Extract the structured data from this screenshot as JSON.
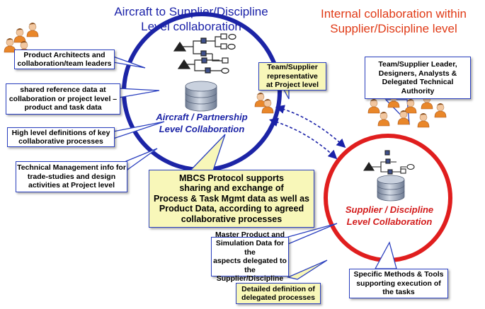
{
  "titles": {
    "left": "Aircraft to Supplier/Discipline\nLevel collaboration",
    "right": "Internal collaboration within\nSupplier/Discipline level"
  },
  "circles": {
    "aircraft_label": "Aircraft / Partnership\nLevel Collaboration",
    "supplier_label": "Supplier / Discipline\nLevel Collaboration"
  },
  "callouts": {
    "product_architects": "Product Architects and\ncollaboration/team leaders",
    "shared_reference": "shared reference data at\ncollaboration or project level –\nproduct and task data",
    "high_level": "High level definitions of key\ncollaborative processes",
    "technical_management": "Technical Management info for\ntrade-studies and design\nactivities at Project level",
    "team_supplier_rep": "Team/Supplier\nrepresentative\nat Project level",
    "team_supplier_leader": "Team/Supplier Leader,\nDesigners, Analysts &\nDelegated Technical\nAuthority",
    "mbcs_protocol": "MBCS Protocol supports\nsharing and exchange of\nProcess & Task Mgmt data as well as\nProduct Data, according to agreed\ncollaborative processes",
    "master_product": "Master Product and\nSimulation Data for the\naspects delegated to the\nSupplier/Discipline",
    "detailed_definition": "Detailed definition of\ndelegated processes",
    "specific_methods": "Specific Methods & Tools\nsupporting execution of\nthe tasks"
  },
  "colors": {
    "aircraft_ring": "#1c24a6",
    "supplier_ring": "#e01e1e",
    "left_title": "#1a21a8",
    "right_title": "#e03a16",
    "callout_fill_yellow": "#f8f7b9",
    "database": "#9aa6b8"
  },
  "icons": [
    "people-group-icon",
    "person-icon",
    "database-icon",
    "process-flow-icon"
  ]
}
